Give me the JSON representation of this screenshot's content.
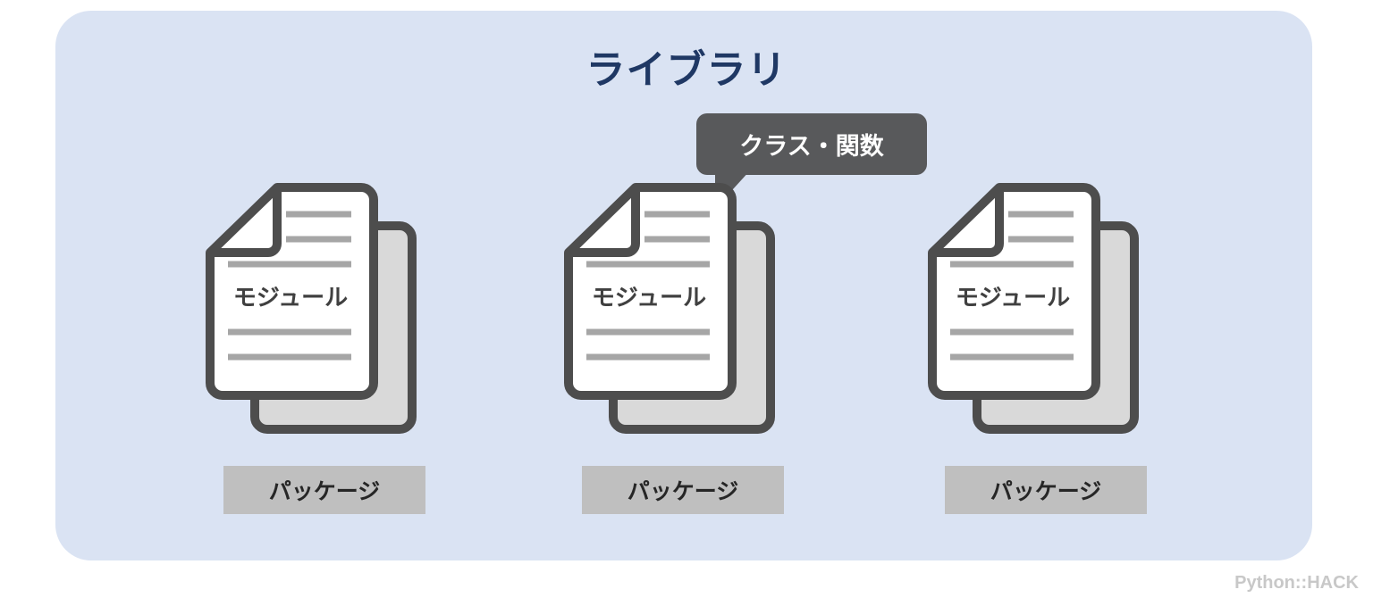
{
  "title": "ライブラリ",
  "callout": "クラス・関数",
  "modules": [
    {
      "label": "モジュール",
      "package": "パッケージ"
    },
    {
      "label": "モジュール",
      "package": "パッケージ"
    },
    {
      "label": "モジュール",
      "package": "パッケージ"
    }
  ],
  "watermark": "Python::HACK",
  "colors": {
    "panel": "#dae3f3",
    "title": "#1f3864",
    "outline": "#4d4d4d",
    "callout": "#58595b",
    "package": "#bfbfbf"
  }
}
